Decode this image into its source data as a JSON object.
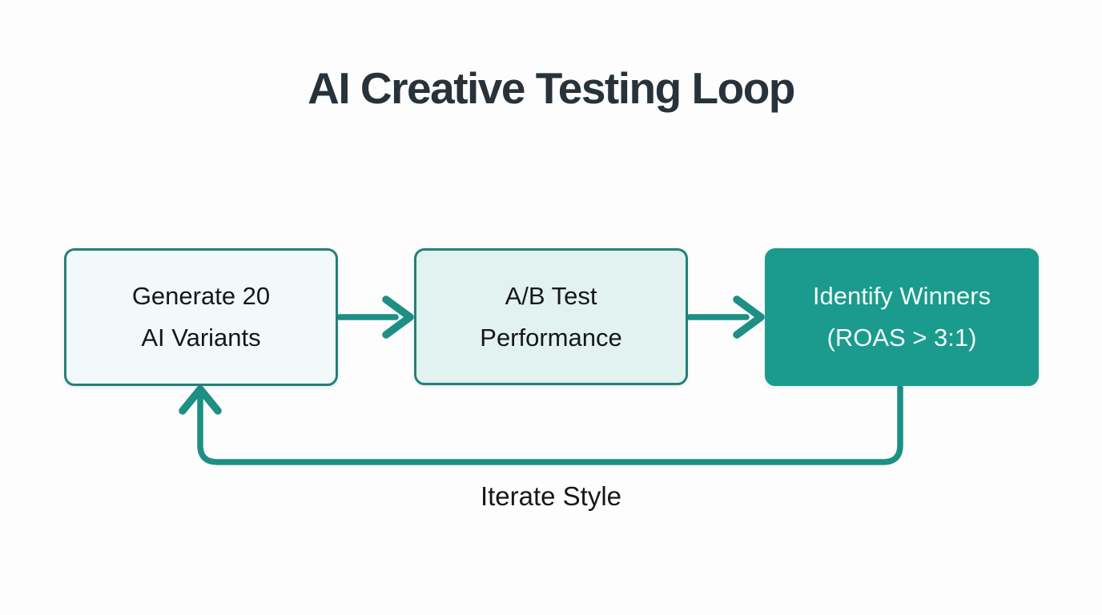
{
  "title": "AI Creative Testing Loop",
  "nodes": [
    {
      "id": "generate-variants",
      "line1": "Generate 20",
      "line2": "AI Variants",
      "style": "light-outline"
    },
    {
      "id": "ab-test",
      "line1": "A/B Test",
      "line2": "Performance",
      "style": "light-outline"
    },
    {
      "id": "identify-winners",
      "line1": "Identify Winners",
      "line2": "(ROAS > 3:1)",
      "style": "solid-teal"
    }
  ],
  "connectors": [
    {
      "id": "arrow-generate-to-abtest",
      "from": "generate-variants",
      "to": "ab-test",
      "direction": "right"
    },
    {
      "id": "arrow-abtest-to-winners",
      "from": "ab-test",
      "to": "identify-winners",
      "direction": "right"
    },
    {
      "id": "loop-winners-to-generate",
      "from": "identify-winners",
      "to": "generate-variants",
      "direction": "down-left-up",
      "label": "Iterate Style"
    }
  ],
  "loop_label": "Iterate Style",
  "colors": {
    "accent_teal": "#1e8f85",
    "box_border_teal": "#257f7a",
    "box1_bg": "#f1faf8",
    "box2_bg": "#e2f2ef",
    "box3_bg": "#1a9b8e",
    "title_color": "#28323a",
    "dark_text": "#14181a",
    "light_text": "#f4faf9",
    "page_bg": "#fdfdfd"
  }
}
